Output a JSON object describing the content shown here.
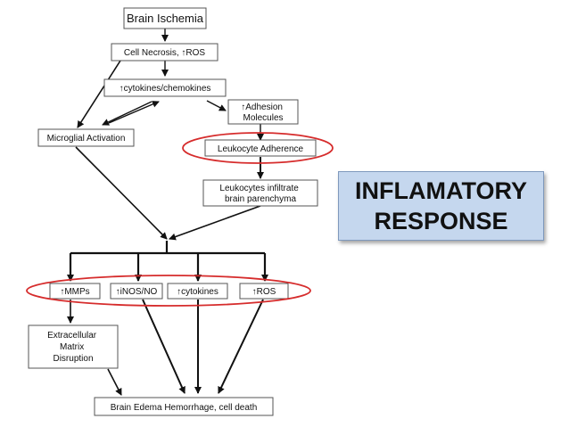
{
  "diagram": {
    "nodes": {
      "brain_ischemia": "Brain Ischemia",
      "cell_necrosis": "Cell Necrosis, ↑ROS",
      "cytokines_chemokines": "↑cytokines/chemokines",
      "adhesion_line1": "↑Adhesion",
      "adhesion_line2": "Molecules",
      "microglial_activation": "Microglial Activation",
      "leukocyte_adherence": "Leukocyte Adherence",
      "infiltrate_line1": "Leukocytes infiltrate",
      "infiltrate_line2": "brain parenchyma",
      "mmps": "↑MMPs",
      "inos_no": "↑iNOS/NO",
      "cytokines": "↑cytokines",
      "ros": "↑ROS",
      "ecm_line1": "Extracellular",
      "ecm_line2": "Matrix",
      "ecm_line3": "Disruption",
      "outcome": "Brain Edema Hemorrhage, cell death"
    },
    "highlight_color": "#d62c2c"
  },
  "callout": {
    "text": "INFLAMATORY\nRESPONSE",
    "background": "#c5d7ee"
  }
}
